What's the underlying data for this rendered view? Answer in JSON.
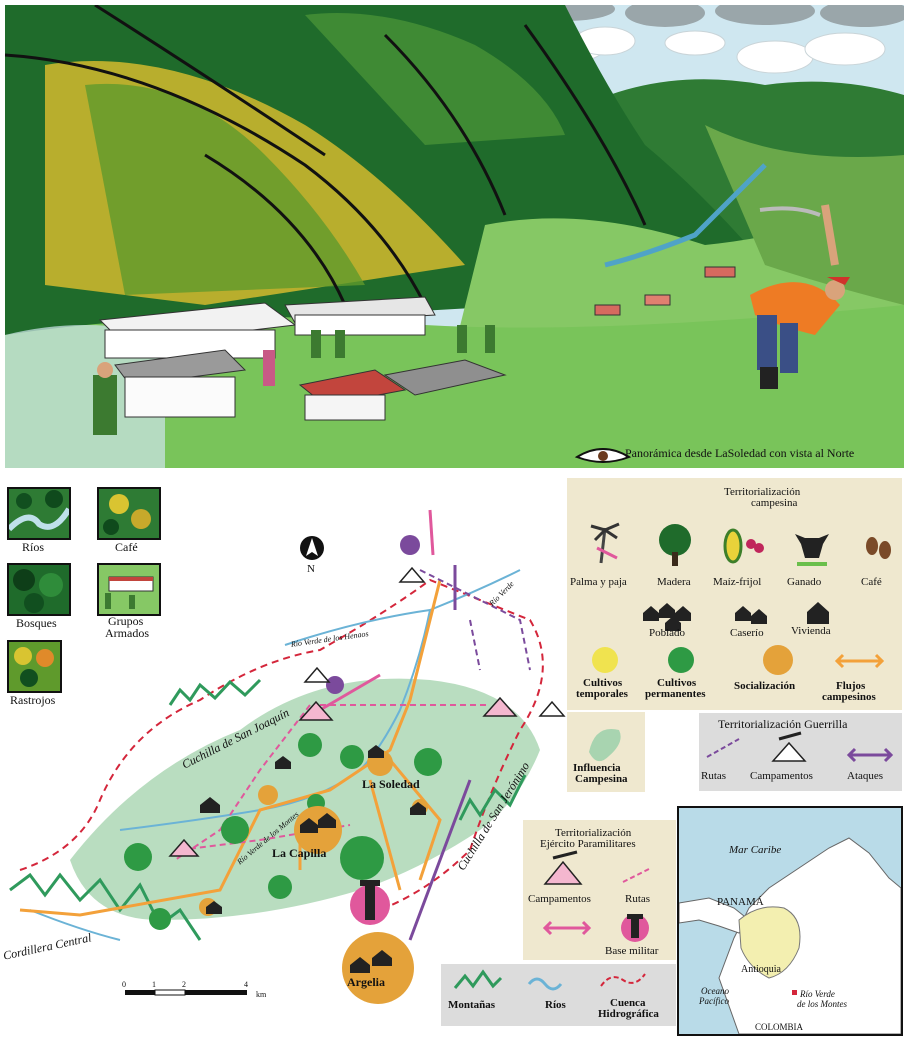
{
  "panorama": {
    "caption": "Panorámica desde LaSoledad con vista al Norte",
    "colors": {
      "sky": "#cfe7f0",
      "grass": "#78c25a",
      "forest": "#1f6b2b",
      "coffee": "#d9c431",
      "clothes": "#ee7b24"
    }
  },
  "thumb_legend": {
    "rios": "Ríos",
    "cafe": "Café",
    "bosques": "Bosques",
    "grupos_line1": "Grupos",
    "grupos_line2": "Armados",
    "rastrojos": "Rastrojos"
  },
  "map": {
    "north": "N",
    "places": {
      "la_soledad": "La Soledad",
      "la_capilla": "La Capilla",
      "argelia": "Argelia"
    },
    "rivers": {
      "henaos": "Río Verde de los Henaos",
      "verde": "Río Verde",
      "montes": "Río Verde de los Montes"
    },
    "ridges": {
      "san_joaquin": "Cuchilla de San Joaquín",
      "san_jeronimo": "Cuchilla de San Jerónimo",
      "cordillera": "Cordillera Central"
    },
    "scale": {
      "ticks": [
        "0",
        "1",
        "2",
        "4"
      ],
      "unit": "km"
    }
  },
  "campesina": {
    "title_line1": "Territorialización",
    "title_line2": "campesina",
    "items": {
      "palma": "Palma y paja",
      "madera": "Madera",
      "maiz": "Maíz-frijol",
      "ganado": "Ganado",
      "cafe": "Café",
      "poblado": "Poblado",
      "caserio": "Caserío",
      "vivienda": "Vivienda",
      "temp1": "Cultivos",
      "temp2": "temporales",
      "perm1": "Cultivos",
      "perm2": "permanentes",
      "social": "Socialización",
      "flujos1": "Flujos",
      "flujos2": "campesinos",
      "infl1": "Influencia",
      "infl2": "Campesina"
    },
    "colors": {
      "temporales": "#f0e34f",
      "permanentes": "#2e9a44",
      "socializacion": "#e4a23a",
      "flujos": "#f3a13a",
      "influencia": "#a8d4b0"
    }
  },
  "guerrilla": {
    "title": "Territorialización Guerrilla",
    "rutas": "Rutas",
    "campamentos": "Campamentos",
    "ataques": "Ataques",
    "color": "#7b4a9c"
  },
  "paramilitar": {
    "title_line1": "Territorialización",
    "title_line2": "Ejército Paramilitares",
    "campamentos": "Campamentos",
    "rutas": "Rutas",
    "base": "Base militar",
    "color": "#e0589c"
  },
  "bottom_legend": {
    "montanas": "Montañas",
    "rios": "Ríos",
    "cuenca1": "Cuenca",
    "cuenca2": "Hidrográfica"
  },
  "inset": {
    "mar_caribe": "Mar Caribe",
    "panama": "PANAMÁ",
    "antioquia": "Antioquia",
    "rio_verde1": "Río Verde",
    "rio_verde2": "de los Montes",
    "oceano1": "Oceano",
    "oceano2": "Pacífico",
    "colombia": "COLOMBIA"
  }
}
